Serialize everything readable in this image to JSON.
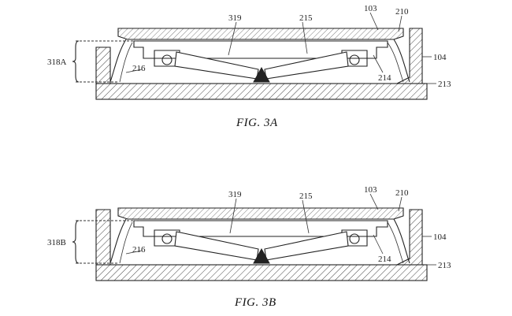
{
  "figures": [
    {
      "id": "fig-3a",
      "caption": "FIG. 3A",
      "labels": {
        "bracket": "318A",
        "keycap": "103",
        "enclosure": "210",
        "mechanism": "319",
        "hinge": "215",
        "housing": "104",
        "stop": "214",
        "base": "213",
        "membrane": "216"
      }
    },
    {
      "id": "fig-3b",
      "caption": "FIG. 3B",
      "labels": {
        "bracket": "318B",
        "keycap": "103",
        "enclosure": "210",
        "mechanism": "319",
        "hinge": "215",
        "housing": "104",
        "stop": "214",
        "base": "213",
        "membrane": "216"
      }
    }
  ],
  "colors": {
    "line": "#222222",
    "background": "#ffffff"
  }
}
